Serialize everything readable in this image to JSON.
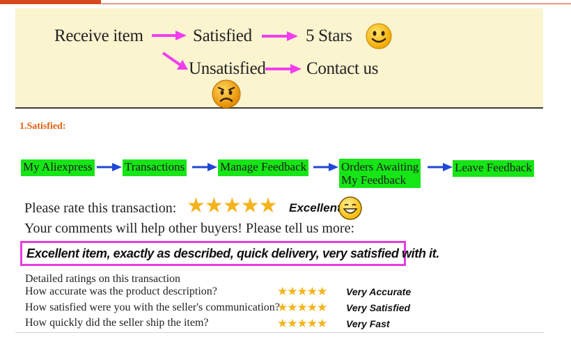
{
  "flow": {
    "receive": "Receive item",
    "satisfied": "Satisfied",
    "five_stars": "5 Stars",
    "unsatisfied": "Unsatisfied",
    "contact": "Contact us"
  },
  "section_title": "1.Satisfied:",
  "steps": [
    {
      "label": "My Aliexpress"
    },
    {
      "label": "Transactions"
    },
    {
      "label": "Manage Feedback"
    },
    {
      "label": "Orders Awaiting My Feedback",
      "line1": "Orders Awaiting",
      "line2": "My Feedback"
    },
    {
      "label": "Leave Feedback"
    }
  ],
  "rating": {
    "prompt": "Please rate this transaction:",
    "stars": 5,
    "label": "Excellent",
    "comments_prompt": "Your comments will help other buyers! Please tell us more:",
    "comment": "Excellent item, exactly as described, quick delivery, very satisfied with it."
  },
  "details": {
    "heading": "Detailed ratings on this transaction",
    "rows": [
      {
        "question": "How accurate was the product description?",
        "stars": 5,
        "rating": "Very Accurate"
      },
      {
        "question": "How satisfied were you with the seller's communication?",
        "stars": 5,
        "rating": "Very Satisfied"
      },
      {
        "question": "How quickly did the seller ship the item?",
        "stars": 5,
        "rating": "Very Fast"
      }
    ]
  },
  "icons": {
    "happy": "happy-smiley-icon",
    "sad": "sad-smiley-icon",
    "grin": "grinning-smiley-icon",
    "arrow": "arrow-right-icon",
    "star": "star-icon"
  },
  "colors": {
    "accent": "#d84a1b",
    "section_title": "#e06010",
    "flow_bg": "#faf4cf",
    "arrow_pink": "#f23cf0",
    "step_green": "#16e516",
    "arrow_blue": "#1f47d6",
    "star_gold": "#f4b31c",
    "comment_border": "#e63de0"
  }
}
